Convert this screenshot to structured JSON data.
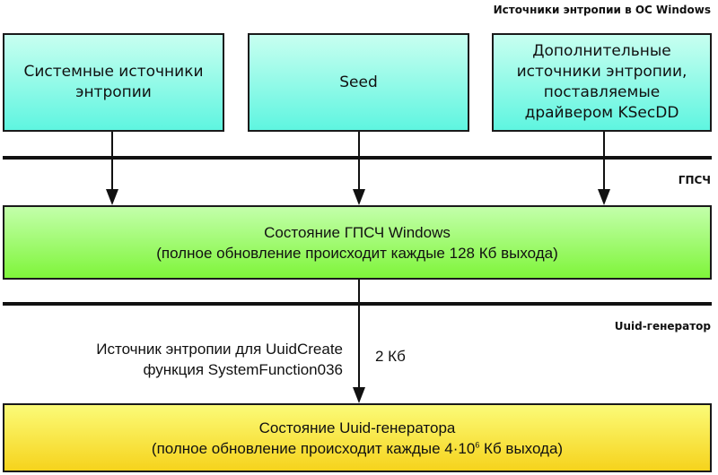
{
  "diagram": {
    "title": "Источники энтропии в ОС Windows",
    "zones": {
      "prng": "ГПСЧ",
      "uuid": "Uuid-генератор"
    },
    "sources": [
      {
        "lines": [
          "Системные источники",
          "энтропии"
        ]
      },
      {
        "lines": [
          "Seed"
        ]
      },
      {
        "lines": [
          "Дополнительные",
          "источники энтропии,",
          "поставляемые",
          "драйвером KSecDD"
        ]
      }
    ],
    "prng_state": {
      "line1": "Состояние ГПСЧ Windows",
      "line2": "(полное обновление происходит каждые 128 Кб выхода)"
    },
    "edge_label": {
      "line1": "Источник энтропии для UuidCreate",
      "line2": "функция SystemFunction036",
      "amount": "2 Кб"
    },
    "uuid_state": {
      "line1": "Состояние Uuid-генератора",
      "line2_prefix": "(полное обновление происходит каждые 4·10",
      "line2_exp": "6",
      "line2_suffix": " Кб выхода)"
    },
    "colors": {
      "source_box": "#5ff5e0",
      "prng_box": "#7ff53a",
      "uuid_box": "#f6d31c"
    }
  }
}
